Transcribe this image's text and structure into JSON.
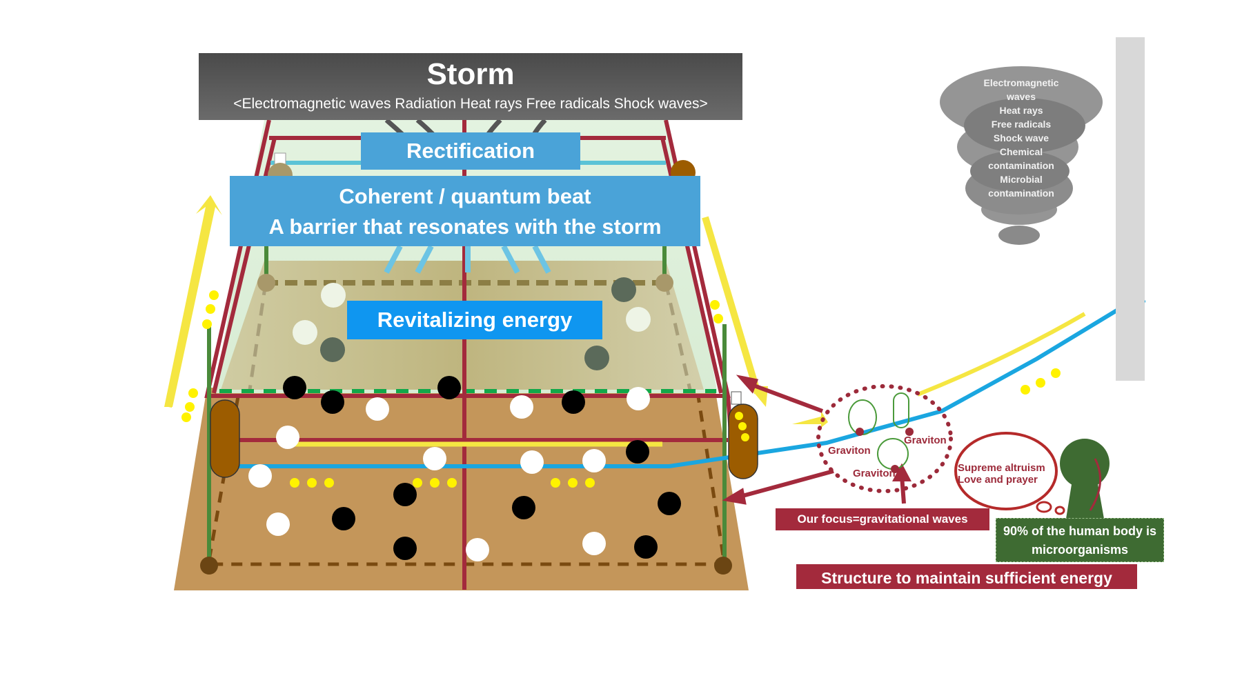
{
  "storm": {
    "title": "Storm",
    "subtitle": "<Electromagnetic waves   Radiation   Heat rays   Free radicals   Shock waves>",
    "items": [
      "Electromagnetic waves",
      "Radiation",
      "Heat rays",
      "Free radicals",
      "Shock waves"
    ]
  },
  "barrier": {
    "rectification": "Rectification",
    "coherent_line1": "Coherent / quantum beat",
    "coherent_line2": "A barrier that resonates with the storm",
    "revitalizing": "Revitalizing energy"
  },
  "tornado": {
    "lines": [
      "Electromagnetic",
      "waves",
      "Heat rays",
      "Free radicals",
      "Shock wave",
      "Chemical",
      "contamination",
      "Microbial",
      "contamination"
    ]
  },
  "gravitons": {
    "labels": [
      "Graviton",
      "Graviton",
      "Graviton"
    ]
  },
  "focus": {
    "label": "Our focus=gravitational waves"
  },
  "thought": {
    "line1": "Supreme altruism",
    "line2": "Love and prayer"
  },
  "microorganisms": {
    "line1": "90% of the human body is",
    "line2": "microorganisms"
  },
  "structure": {
    "label": "Structure to maintain sufficient energy"
  },
  "colors": {
    "storm_bg": "#555555",
    "barrier_blue": "#4aa3d8",
    "revitalizing_blue": "#0f96f0",
    "frame_red": "#a32a3c",
    "soil": "#c4965a",
    "yellow": "#f5e642",
    "cable_blue": "#1aa6e0",
    "tree_green": "#3e6b32"
  }
}
